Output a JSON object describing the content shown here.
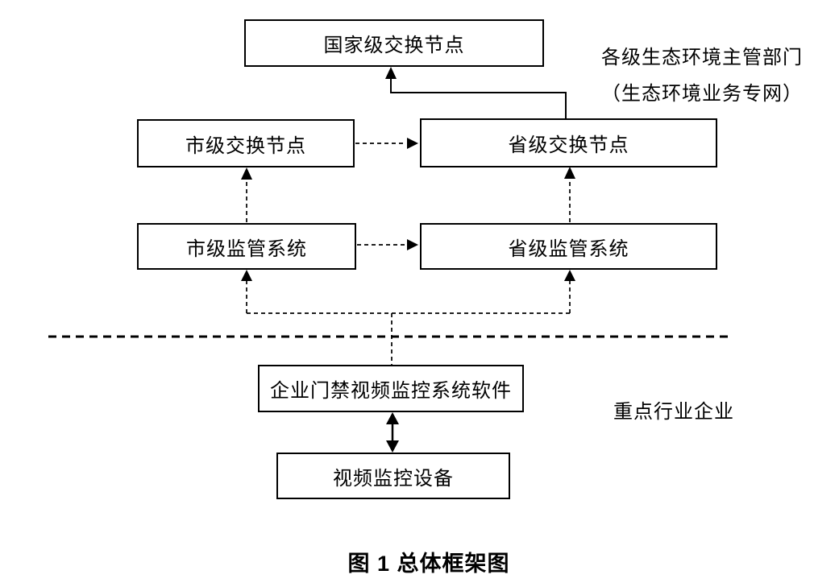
{
  "figure": {
    "caption": "图 1 总体框架图",
    "colors": {
      "line": "#000000",
      "background": "#ffffff",
      "box_border": "#000000",
      "text": "#000000"
    },
    "nodes": {
      "national_exchange": {
        "label": "国家级交换节点"
      },
      "city_exchange": {
        "label": "市级交换节点"
      },
      "province_exchange": {
        "label": "省级交换节点"
      },
      "city_supervision": {
        "label": "市级监管系统"
      },
      "province_supervision": {
        "label": "省级监管系统"
      },
      "enterprise_access_software": {
        "label": "企业门禁视频监控系统软件"
      },
      "video_device": {
        "label": "视频监控设备"
      }
    },
    "annotations": {
      "gov_network_line1": "各级生态环境主管部门",
      "gov_network_line2": "（生态环境业务专网）",
      "enterprise_zone": "重点行业企业"
    }
  }
}
